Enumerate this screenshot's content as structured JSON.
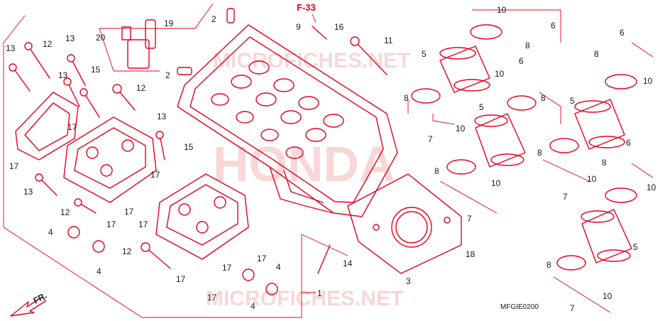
{
  "diagram": {
    "reference_tag": "F-33",
    "drawing_code": "MFGIE0200",
    "direction_label": "FR.",
    "watermark_brand": "HONDA",
    "watermark_site": "MICROFICHES.NET",
    "colors": {
      "line": "#e8001c",
      "text": "#1a1a1a",
      "watermark": "#f4b8b8"
    },
    "callouts": [
      "1",
      "2",
      "3",
      "4",
      "5",
      "6",
      "7",
      "8",
      "9",
      "10",
      "11",
      "12",
      "13",
      "14",
      "15",
      "16",
      "17",
      "18",
      "19",
      "20"
    ]
  }
}
